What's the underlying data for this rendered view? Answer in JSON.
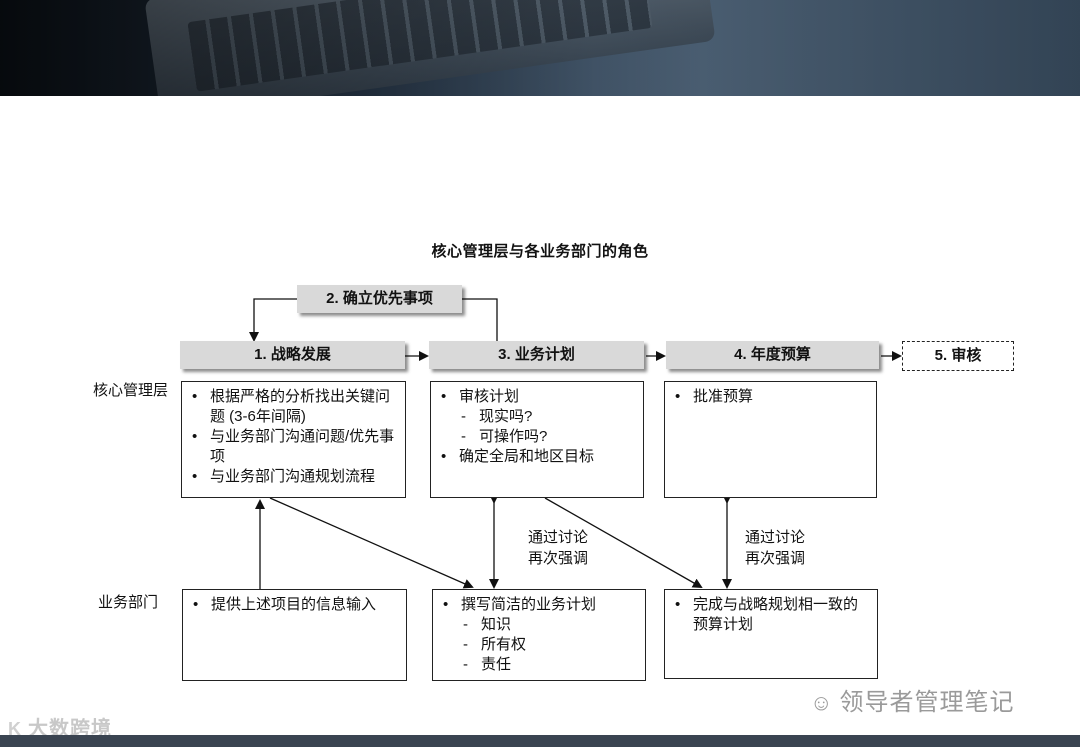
{
  "title": "核心管理层与各业务部门的角色",
  "steps": {
    "s1": "1. 战略发展",
    "s2": "2.  确立优先事项",
    "s3": "3. 业务计划",
    "s4": "4.  年度预算",
    "s5": "5. 审核"
  },
  "rows": {
    "core": "核心管理层",
    "dept": "业务部门"
  },
  "boxes": {
    "strategy": {
      "items": [
        "根据严格的分析找出关键问题 (3-6年间隔)",
        "与业务部门沟通问题/优先事项",
        "与业务部门沟通规划流程"
      ]
    },
    "plan_review": {
      "item1": "审核计划",
      "subs": [
        "现实吗?",
        "可操作吗?"
      ],
      "item2": "确定全局和地区目标"
    },
    "budget_approve": {
      "item1": "批准预算"
    },
    "info_input": {
      "item1": "提供上述项目的信息输入"
    },
    "write_plan": {
      "item1": "撰写简洁的业务计划",
      "subs": [
        "知识",
        "所有权",
        "责任"
      ]
    },
    "complete_budget": {
      "item1": "完成与战略规划相一致的预算计划"
    }
  },
  "notes": {
    "n1_line1": "通过讨论",
    "n1_line2": "再次强调",
    "n2_line1": "通过讨论",
    "n2_line2": "再次强调"
  },
  "watermarks": {
    "right": "领导者管理笔记",
    "right_icon": "wechat-icon",
    "left": "大数跨境",
    "left_logo": "K"
  }
}
